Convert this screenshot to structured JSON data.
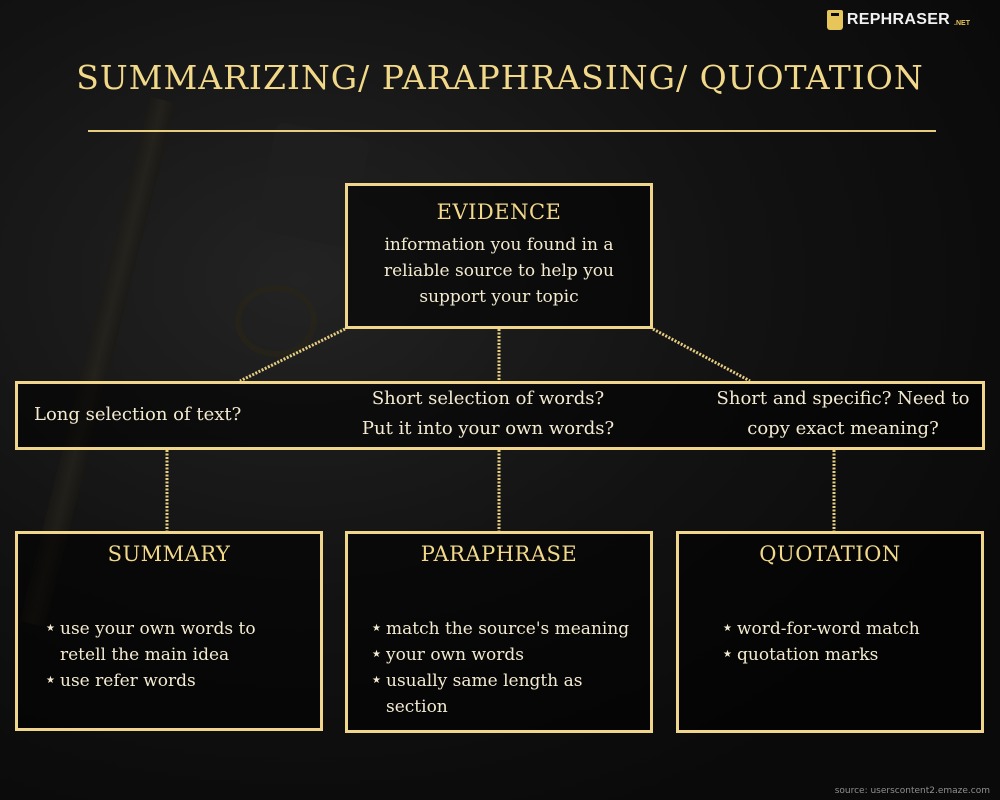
{
  "brand": {
    "name": "REPHRASER",
    "suffix": ".NET",
    "accent": "#e6c55b",
    "icon": "shield-logo-icon"
  },
  "title": "SUMMARIZING/ PARAPHRASING/ QUOTATION",
  "evidence": {
    "heading": "EVIDENCE",
    "text": "information you found in a reliable source to help you support your topic"
  },
  "questions": [
    {
      "text": "Long selection of text?"
    },
    {
      "line1": "Short selection of words?",
      "line2": "Put it into your own words?"
    },
    {
      "line1": "Short and specific? Need to",
      "line2": "copy exact meaning?"
    }
  ],
  "cards": [
    {
      "heading": "SUMMARY",
      "items": [
        "use your own words to retell the main idea",
        "use refer words"
      ]
    },
    {
      "heading": "PARAPHRASE",
      "items": [
        "match the source's meaning",
        "your own words",
        "usually same length as section"
      ]
    },
    {
      "heading": "QUOTATION",
      "items": [
        "word-for-word match",
        "quotation marks"
      ]
    }
  ],
  "source": "source: userscontent2.emaze.com",
  "colors": {
    "gold": "#f0d68c",
    "background": "#0b0b0b",
    "text": "#f3ead0"
  }
}
